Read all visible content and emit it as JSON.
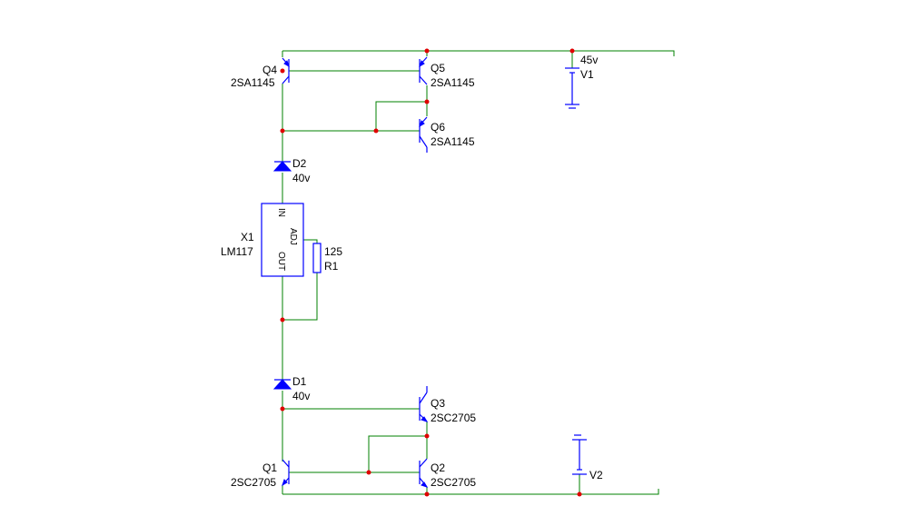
{
  "components": {
    "q4": {
      "ref": "Q4",
      "part": "2SA1145"
    },
    "q5": {
      "ref": "Q5",
      "part": "2SA1145"
    },
    "q6": {
      "ref": "Q6",
      "part": "2SA1145"
    },
    "q3": {
      "ref": "Q3",
      "part": "2SC2705"
    },
    "q1": {
      "ref": "Q1",
      "part": "2SC2705"
    },
    "q2": {
      "ref": "Q2",
      "part": "2SC2705"
    },
    "d2": {
      "ref": "D2",
      "value": "40v"
    },
    "d1": {
      "ref": "D1",
      "value": "40v"
    },
    "x1": {
      "ref": "X1",
      "part": "LM117",
      "pin_in": "IN",
      "pin_out": "OUT",
      "pin_adj": "ADJ"
    },
    "r1": {
      "ref": "R1",
      "value": "125"
    },
    "v1": {
      "ref": "V1",
      "value": "45v"
    },
    "v2": {
      "ref": "V2"
    }
  }
}
